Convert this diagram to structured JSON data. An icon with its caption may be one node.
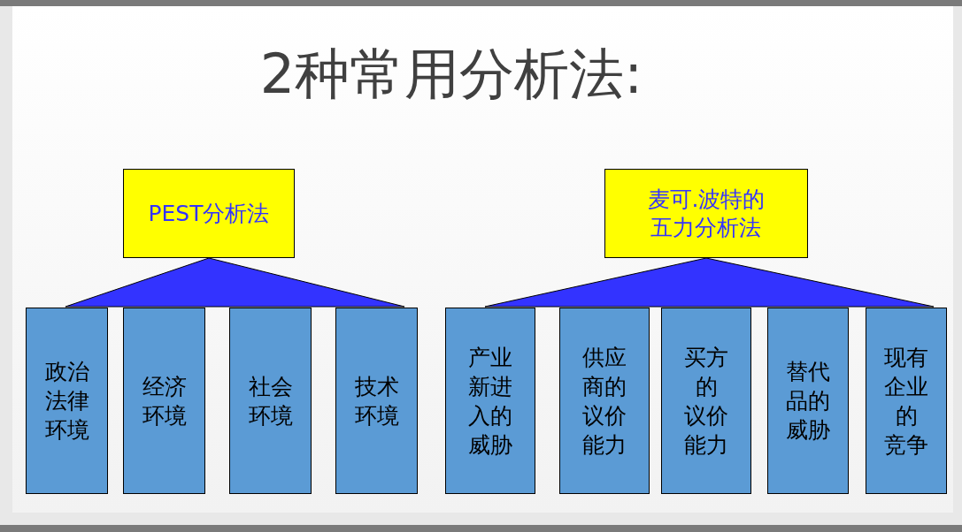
{
  "diagram": {
    "title": "2种常用分析法:",
    "nodes": [
      {
        "text": [
          "PEST分析法"
        ]
      },
      {
        "text": [
          "政治法律环境"
        ]
      },
      {
        "text": [
          "经济环境"
        ]
      },
      {
        "text": [
          "社会环境"
        ]
      },
      {
        "text": [
          "技术环境"
        ]
      },
      {
        "text": [
          "麦可.波特的五力分析法"
        ]
      },
      {
        "text": [
          "产业新进入的威胁"
        ]
      },
      {
        "text": [
          "供应商的议价能力"
        ]
      },
      {
        "text": [
          "买方的议价能力"
        ]
      },
      {
        "text": [
          "替代品的威胁"
        ]
      },
      {
        "text": [
          "现有企业的竞争"
        ]
      }
    ],
    "edges": [
      {
        "from": 0,
        "to": 1,
        "arrow": "none"
      },
      {
        "from": 0,
        "to": 2,
        "arrow": "none"
      },
      {
        "from": 0,
        "to": 3,
        "arrow": "none"
      },
      {
        "from": 0,
        "to": 4,
        "arrow": "none"
      },
      {
        "from": 5,
        "to": 6,
        "arrow": "none"
      },
      {
        "from": 5,
        "to": 7,
        "arrow": "none"
      },
      {
        "from": 5,
        "to": 8,
        "arrow": "none"
      },
      {
        "from": 5,
        "to": 9,
        "arrow": "none"
      },
      {
        "from": 5,
        "to": 10,
        "arrow": "none"
      }
    ]
  }
}
